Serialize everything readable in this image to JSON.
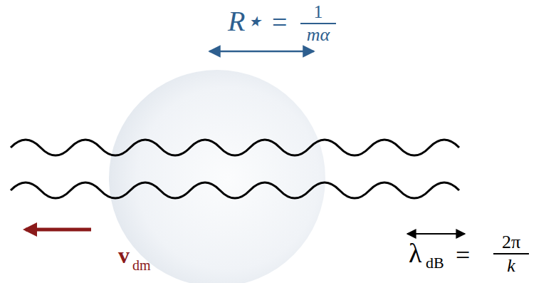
{
  "diagram": {
    "labels": [
      "R⋆",
      "=",
      "1",
      "mα",
      "v",
      "dm",
      "λ",
      "dB",
      "=",
      "2π",
      "k"
    ]
  }
}
